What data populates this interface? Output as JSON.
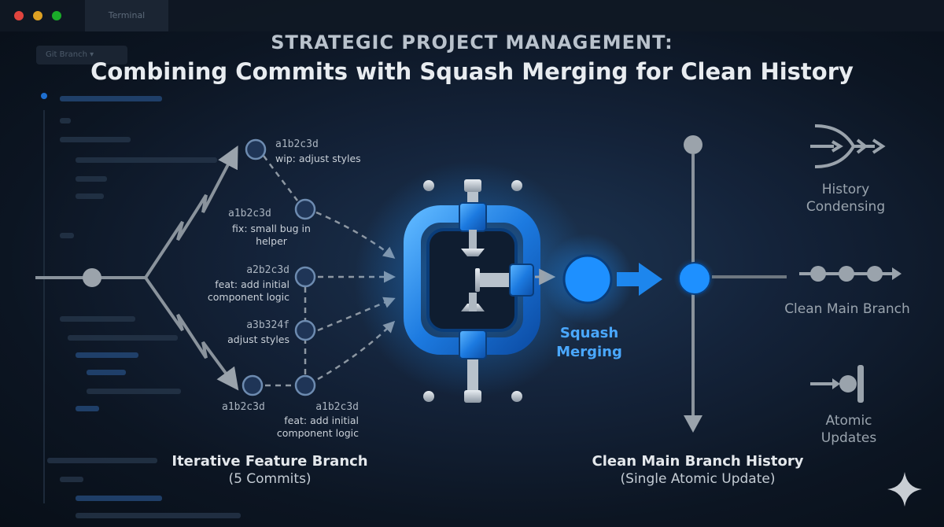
{
  "window": {
    "tab_label": "Terminal",
    "branch_select": "Git Branch"
  },
  "title": {
    "line1": "STRATEGIC PROJECT MANAGEMENT:",
    "line2": "Combining Commits with Squash Merging for Clean History"
  },
  "feature_branch": {
    "commits": [
      {
        "hash": "a1b2c3d",
        "message": "wip: adjust styles"
      },
      {
        "hash": "a1b2c3d",
        "message": "fix: small bug in helper"
      },
      {
        "hash": "a2b2c3d",
        "message": "feat: add initial component logic"
      },
      {
        "hash": "a3b324f",
        "message": "adjust styles"
      },
      {
        "hash": "a1b2c3d",
        "message": ""
      },
      {
        "hash": "a1b2c3d",
        "message": "feat: add initial component logic"
      }
    ],
    "caption": "Iterative Feature Branch",
    "subcaption": "(5 Commits)"
  },
  "squash": {
    "label_line1": "Squash",
    "label_line2": "Merging"
  },
  "main_branch": {
    "caption": "Clean Main Branch History",
    "subcaption": "(Single Atomic Update)"
  },
  "legend": [
    {
      "icon": "merge-arrows-icon",
      "label_line1": "History",
      "label_line2": "Condensing"
    },
    {
      "icon": "linked-dots-icon",
      "label_line1": "Clean Main Branch",
      "label_line2": ""
    },
    {
      "icon": "atomic-node-icon",
      "label_line1": "Atomic",
      "label_line2": "Updates"
    }
  ],
  "colors": {
    "accent_blue": "#1e90ff",
    "node_dark": "#1f3557",
    "line_gray": "#8a939c",
    "background": "#0c1522"
  }
}
